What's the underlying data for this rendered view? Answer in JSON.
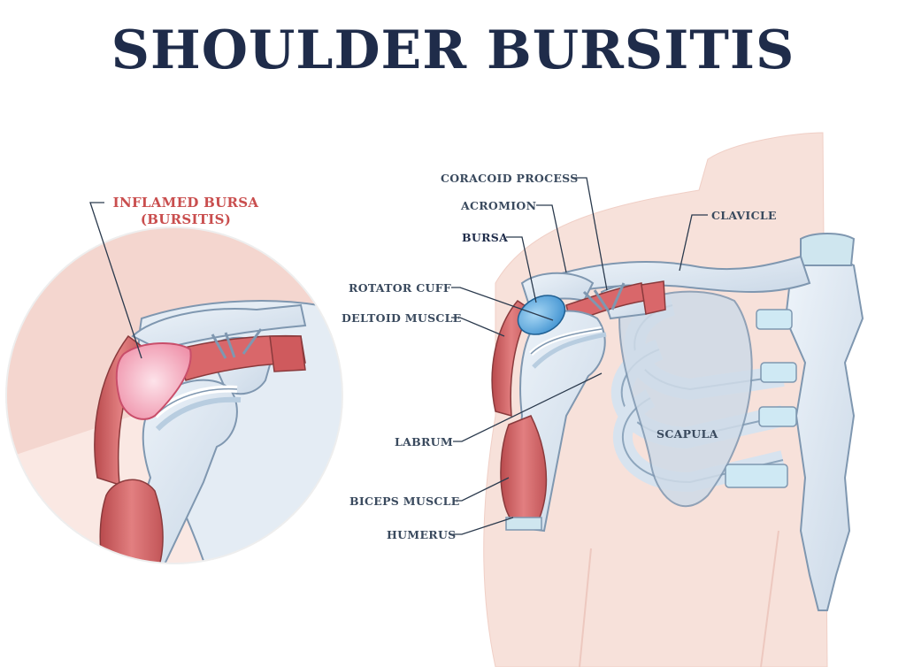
{
  "title": "SHOULDER BURSITIS",
  "inset_label": {
    "line1": "INFLAMED BURSA",
    "line2": "(BURSITIS)"
  },
  "labels": {
    "coracoid_process": "CORACOID PROCESS",
    "acromion": "ACROMION",
    "bursa": "BURSA",
    "rotator_cuff": "ROTATOR CUFF",
    "deltoid_muscle": "DELTOID MUSCLE",
    "labrum": "LABRUM",
    "biceps_muscle": "BICEPS MUSCLE",
    "humerus": "HUMERUS",
    "clavicle": "CLAVICLE",
    "scapula": "SCAPULA"
  },
  "colors": {
    "title": "#1f2c4a",
    "label_text": "#3a4a5e",
    "inflamed_label": "#c94e4e",
    "skin": "#f6ddd6",
    "bone": "#dbe6f1",
    "muscle": "#d8686a",
    "bursa_blue": "#4a9fd8",
    "bursa_inflamed": "#f3a3b6"
  }
}
